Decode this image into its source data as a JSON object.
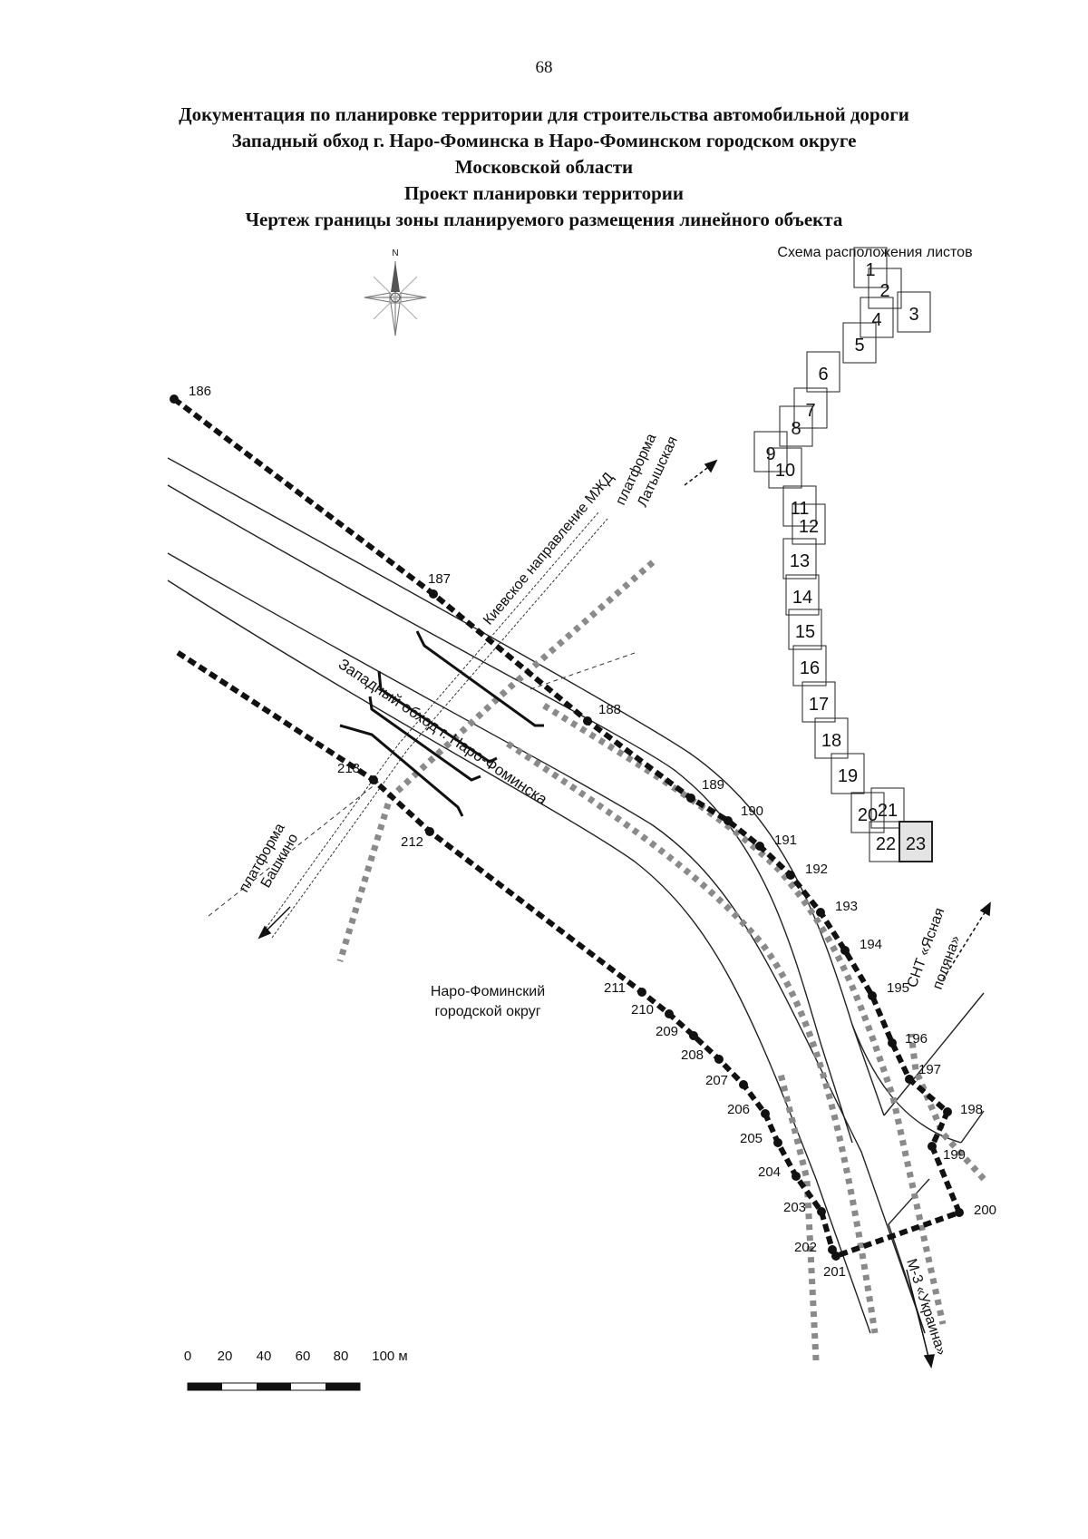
{
  "page_number": "68",
  "title_lines": [
    "Документация по планировке территории для строительства автомобильной дороги",
    "Западный обход г. Наро-Фоминска в Наро-Фоминском городском округе",
    "Московской области",
    "Проект планировки территории",
    "Чертеж границы зоны планируемого размещения линейного объекта"
  ],
  "compass": {
    "label": "N"
  },
  "sheet_scheme": {
    "title": "Схема расположения листов",
    "sheets": [
      "1",
      "2",
      "3",
      "4",
      "5",
      "6",
      "7",
      "8",
      "9",
      "10",
      "11",
      "12",
      "13",
      "14",
      "15",
      "16",
      "17",
      "18",
      "19",
      "20",
      "21",
      "22",
      "23"
    ],
    "highlighted_sheet": "23"
  },
  "boundary_points": [
    "186",
    "187",
    "188",
    "189",
    "190",
    "191",
    "192",
    "193",
    "194",
    "195",
    "196",
    "197",
    "198",
    "199",
    "200",
    "201",
    "202",
    "203",
    "204",
    "205",
    "206",
    "207",
    "208",
    "209",
    "210",
    "211",
    "212",
    "213"
  ],
  "labels": {
    "railway": "Киевское направление МЖД",
    "platform_latyshskaya_1": "платформа",
    "platform_latyshskaya_2": "Латышская",
    "road": "Западный обход г. Наро-Фоминска",
    "platform_bashkino_1": "платформа",
    "platform_bashkino_2": "Башкино",
    "district_1": "Наро-Фоминский",
    "district_2": "городской округ",
    "snt_1": "СНТ «Ясная",
    "snt_2": "поляна»",
    "m3": "М-3 «Украина»"
  },
  "scale_bar": {
    "ticks": [
      "0",
      "20",
      "40",
      "60",
      "80",
      "100 м"
    ]
  }
}
